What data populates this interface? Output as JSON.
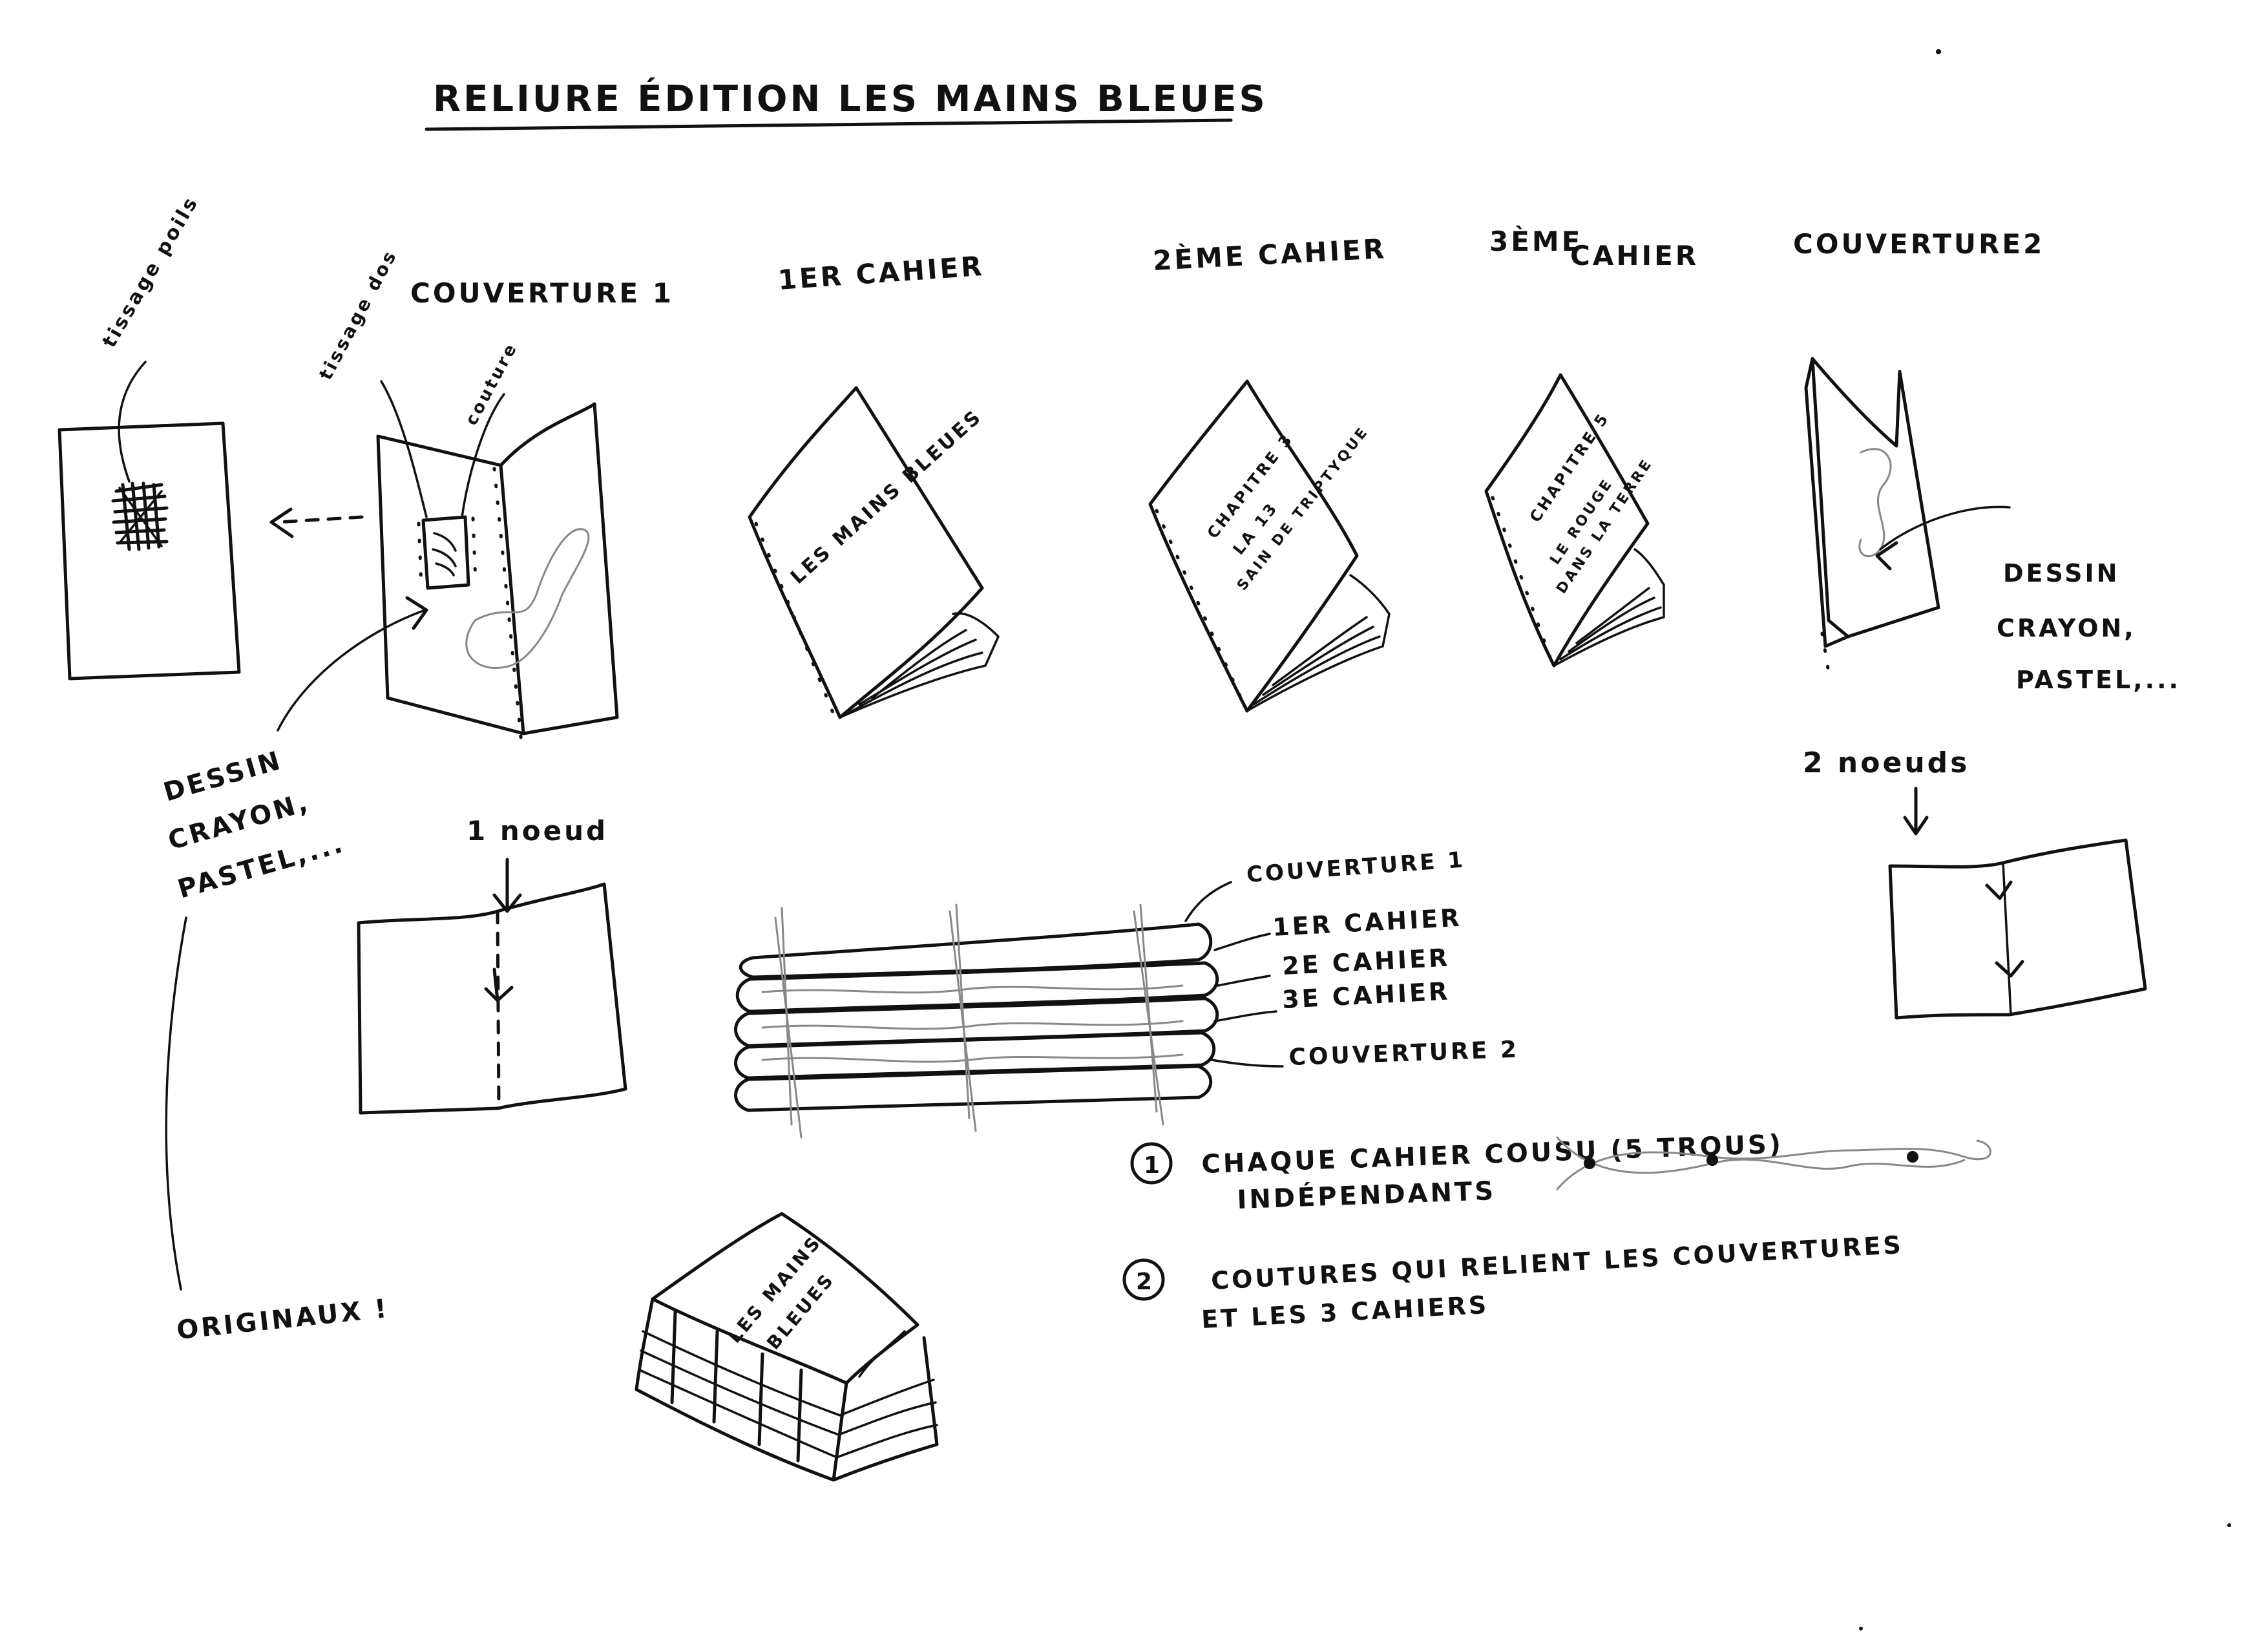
{
  "title": "RELIURE ÉDITION LES MAINS BLEUES",
  "columns": {
    "couverture1": "COUVERTURE 1",
    "cahier1": "1ER CAHIER",
    "cahier2": "2ÈME CAHIER",
    "cahier3_num": "3ÈME",
    "cahier3_word": "CAHIER",
    "couverture2": "COUVERTURE2"
  },
  "annotations": {
    "tissage_poils": "tissage poils",
    "tissage_dos": "tissage dos",
    "couture": "couture",
    "dessin_left_1": "DESSIN",
    "dessin_left_2": "CRAYON,",
    "dessin_left_3": "PASTEL,...",
    "dessin_right_1": "DESSIN",
    "dessin_right_2": "CRAYON,",
    "dessin_right_3": "PASTEL,...",
    "originaux": "ORIGINAUX !",
    "un_noeud": "1 noeud",
    "deux_noeuds": "2 noeuds"
  },
  "covers": {
    "cahier1": "LES MAINS BLEUES",
    "cahier2_l1": "CHAPITRE 3",
    "cahier2_l2": "LA 13",
    "cahier2_l3": "SAIN DE TRIPTYQUE",
    "cahier3_l1": "CHAPITRE 5",
    "cahier3_l2": "LE ROUGE",
    "cahier3_l3": "DANS LA TERRE",
    "final_l1": "LES MAINS",
    "final_l2": "BLEUES"
  },
  "stack_labels": [
    "COUVERTURE 1",
    "1ER CAHIER",
    "2E CAHIER",
    "3E CAHIER",
    "COUVERTURE 2"
  ],
  "notes": [
    {
      "num": "1",
      "line1": "CHAQUE CAHIER   COUSU (5 TROUS)",
      "line2": "INDÉPENDANTS"
    },
    {
      "num": "2",
      "line1": "COUTURES QUI RELIENT  LES COUVERTURES",
      "line2": "ET  LES  3  CAHIERS"
    }
  ]
}
